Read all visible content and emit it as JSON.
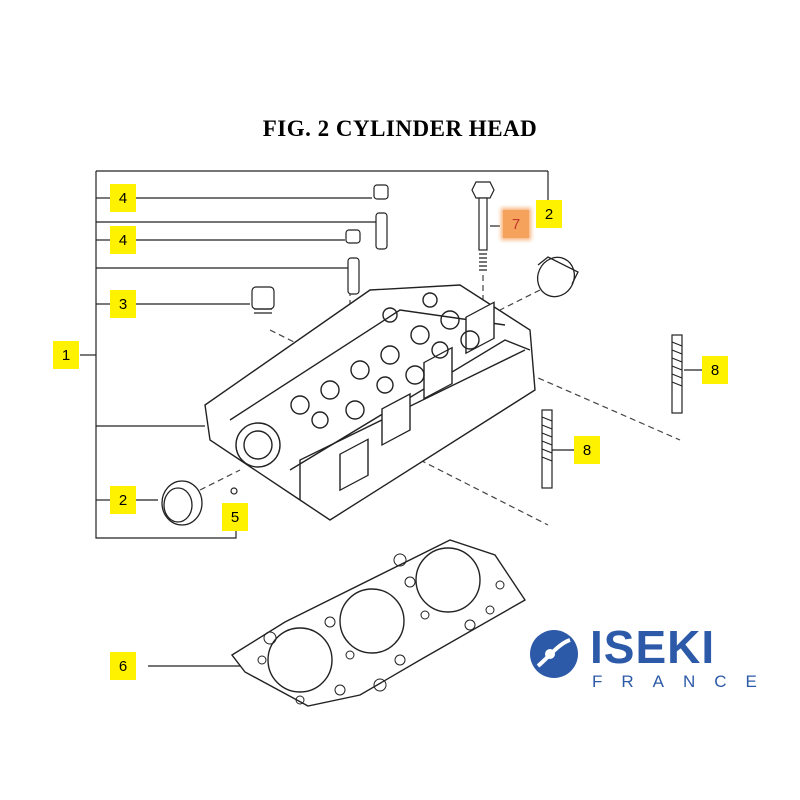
{
  "title": "FIG.  2  CYLINDER HEAD",
  "callouts": {
    "c1": "1",
    "c2_top": "2",
    "c2_left": "2",
    "c3": "3",
    "c4_top": "4",
    "c4_mid": "4",
    "c5": "5",
    "c6": "6",
    "c7": "7",
    "c8_right": "8",
    "c8_mid": "8"
  },
  "brand": {
    "name": "ISEKI",
    "subtitle": "FRANCE",
    "color": "#2d5aa8"
  },
  "colors": {
    "callout": "#fff200",
    "highlight": "#f5a25d"
  }
}
